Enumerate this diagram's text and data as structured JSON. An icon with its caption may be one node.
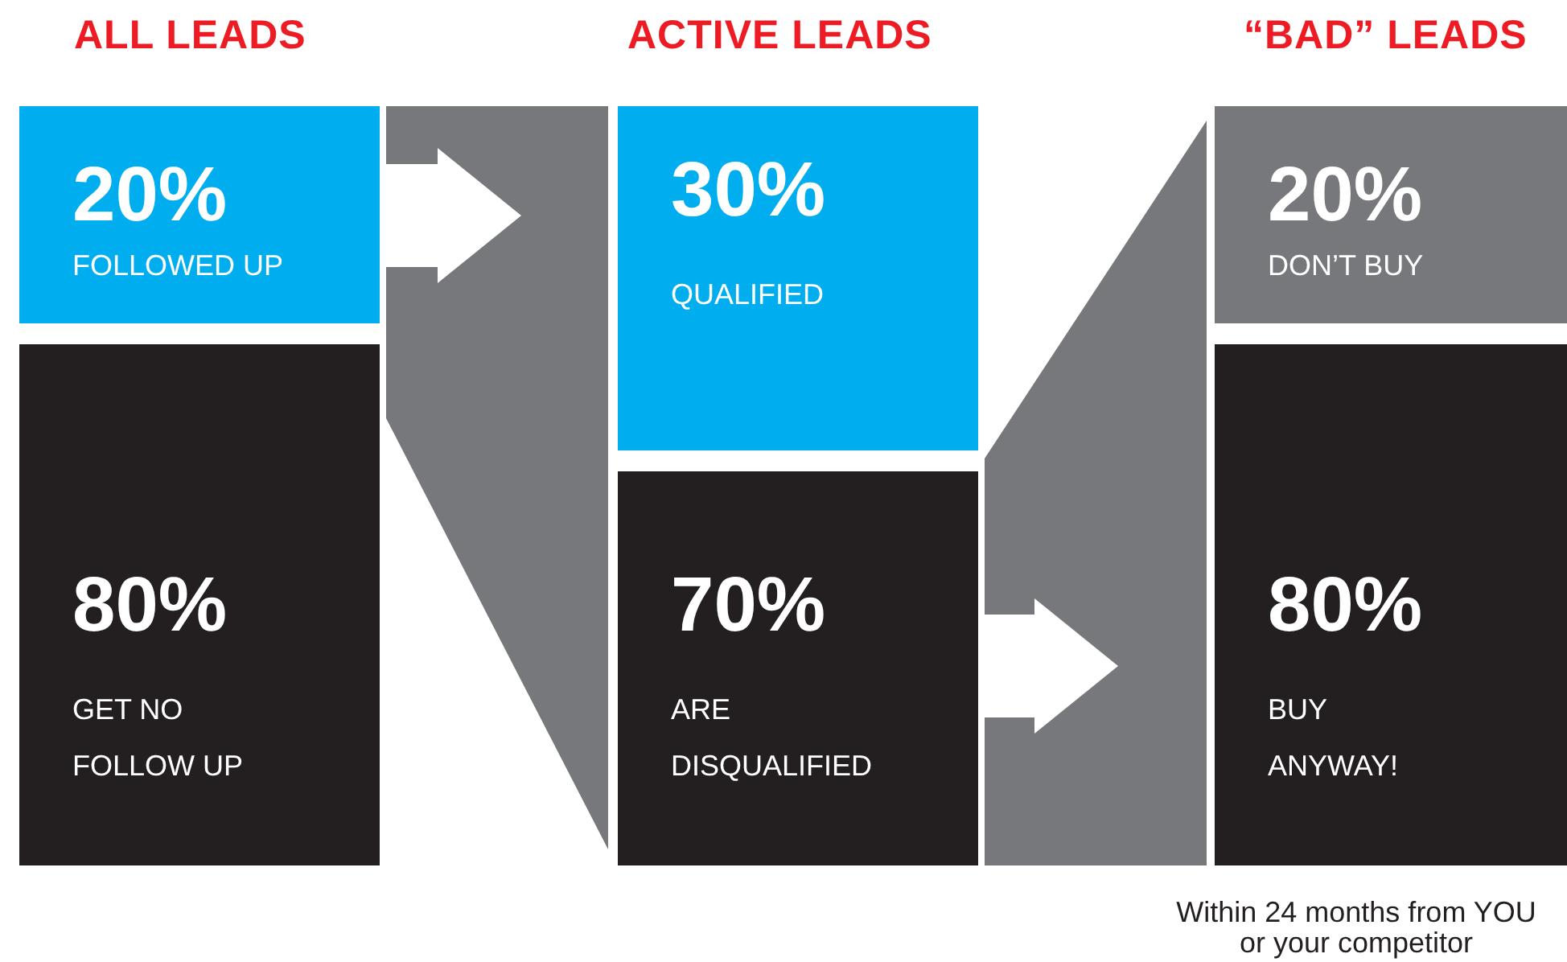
{
  "diagram": {
    "nodes": [
      {
        "text": [
          "20%",
          "FOLLOWED UP"
        ]
      },
      {
        "text": [
          "80%",
          "GET NO FOLLOW UP"
        ]
      },
      {
        "text": [
          "30%",
          "QUALIFIED"
        ]
      },
      {
        "text": [
          "70%",
          "ARE DISQUALIFIED"
        ]
      },
      {
        "text": [
          "20%",
          "DON’T BUY"
        ]
      },
      {
        "text": [
          "80%",
          "BUY ANYWAY!"
        ]
      }
    ],
    "edges": [
      {
        "from": 0,
        "to": 2,
        "arrow": "to"
      },
      {
        "from": 3,
        "to": 5,
        "arrow": "to"
      }
    ],
    "labels": [
      "ALL LEADS",
      "ACTIVE LEADS",
      "“BAD” LEADS",
      "Within 24 months from YOU",
      "or your competitor"
    ]
  }
}
